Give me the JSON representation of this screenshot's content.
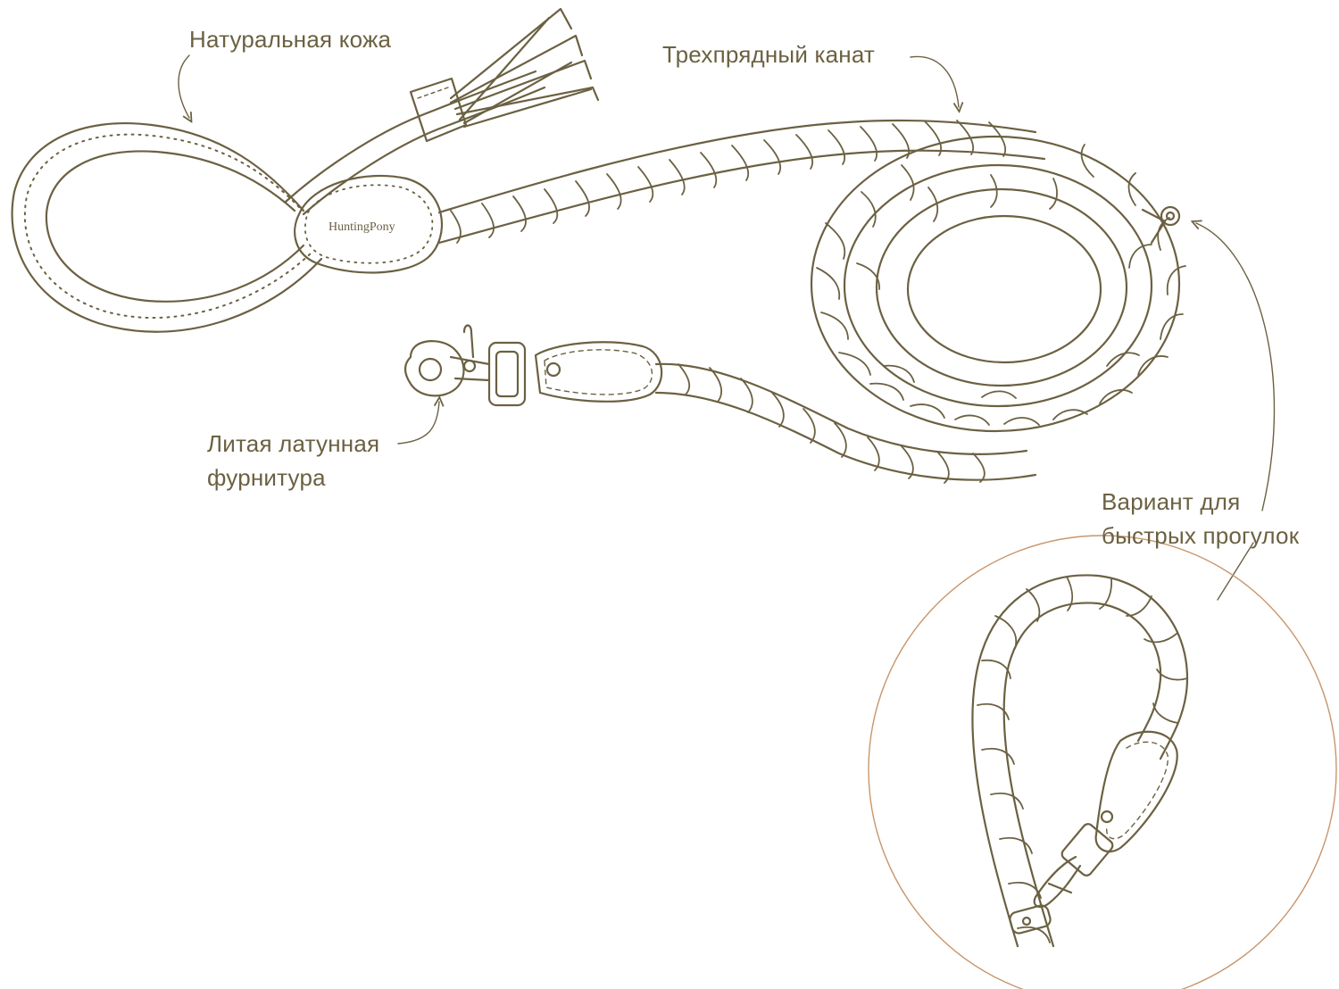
{
  "labels": {
    "leather": "Натуральная кожа",
    "rope": "Трехпрядный канат",
    "brass_line1": "Литая латунная",
    "brass_line2": "фурнитура",
    "variant_line1": "Вариант для",
    "variant_line2": "быстрых прогулок"
  },
  "brand_mark": "HuntingPony",
  "colors": {
    "line": "#6b6142",
    "circle": "#c9966c",
    "background": "#ffffff"
  }
}
